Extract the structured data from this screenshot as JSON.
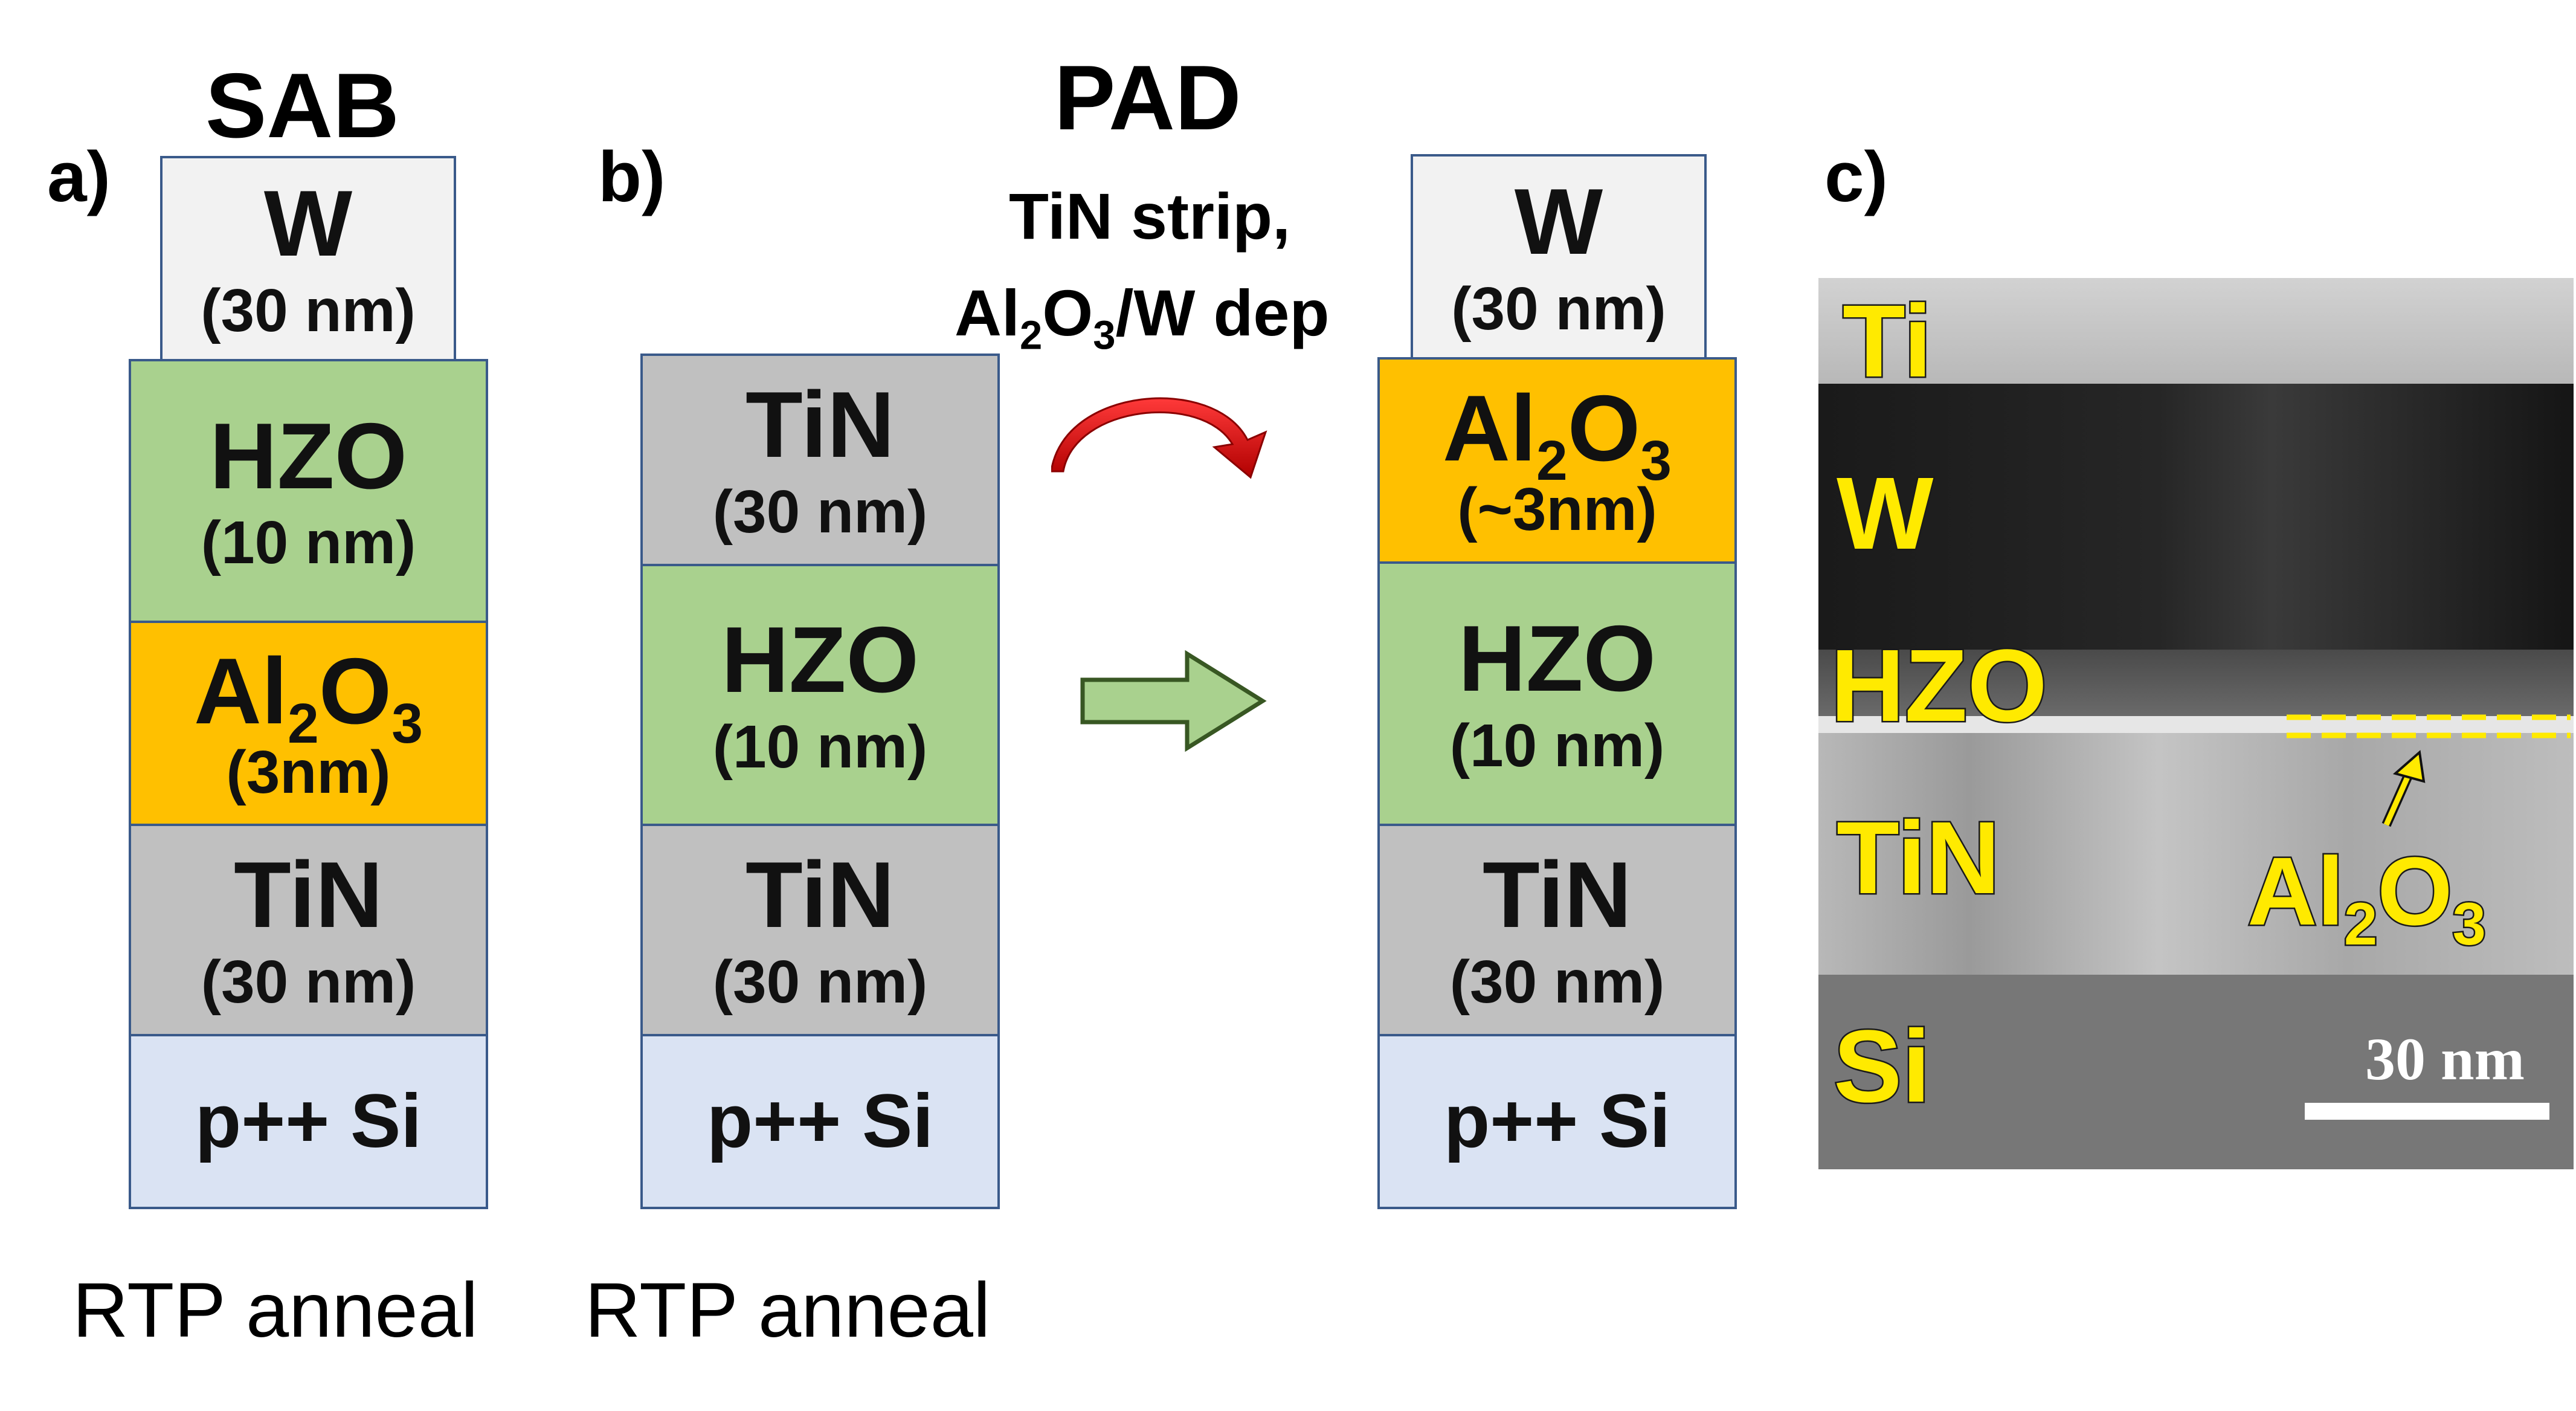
{
  "panel_a": {
    "letter": "a)",
    "title": "SAB",
    "layers": [
      {
        "material": "W",
        "thickness": "(30 nm)"
      },
      {
        "material": "HZO",
        "thickness": "(10 nm)"
      },
      {
        "material_base": "Al",
        "sub1": "2",
        "mid": "O",
        "sub2": "3",
        "thickness": "(3nm)"
      },
      {
        "material": "TiN",
        "thickness": "(30 nm)"
      },
      {
        "material": "p++ Si"
      }
    ],
    "caption": "RTP anneal"
  },
  "panel_b": {
    "letter": "b)",
    "title": "PAD",
    "process_line1": "TiN strip,",
    "process_line2_base": "Al",
    "process_line2_sub1": "2",
    "process_line2_mid": "O",
    "process_line2_sub2": "3",
    "process_line2_tail": "/W dep",
    "before_layers": [
      {
        "material": "TiN",
        "thickness": "(30 nm)"
      },
      {
        "material": "HZO",
        "thickness": "(10 nm)"
      },
      {
        "material": "TiN",
        "thickness": "(30 nm)"
      },
      {
        "material": "p++ Si"
      }
    ],
    "after_layers": [
      {
        "material": "W",
        "thickness": "(30 nm)"
      },
      {
        "material_base": "Al",
        "sub1": "2",
        "mid": "O",
        "sub2": "3",
        "thickness": "(~3nm)"
      },
      {
        "material": "HZO",
        "thickness": "(10 nm)"
      },
      {
        "material": "TiN",
        "thickness": "(30 nm)"
      },
      {
        "material": "p++ Si"
      }
    ],
    "caption": "RTP anneal"
  },
  "panel_c": {
    "letter": "c)",
    "labels": {
      "ti": "Ti",
      "w": "W",
      "hzo": "HZO",
      "tin": "TiN",
      "si": "Si"
    },
    "al_base": "Al",
    "al_sub1": "2",
    "al_mid": "O",
    "al_sub2": "3",
    "scale_bar": "30 nm"
  },
  "colors": {
    "w": "#f2f2f2",
    "hzo": "#a9d18e",
    "al2o3": "#ffc000",
    "tin": "#c0c0c0",
    "si": "#dae3f3",
    "border": "#3a5a8a",
    "curved_arrow": "#c00000",
    "block_arrow": "#a9d18e",
    "tem_label": "#ffea00"
  }
}
